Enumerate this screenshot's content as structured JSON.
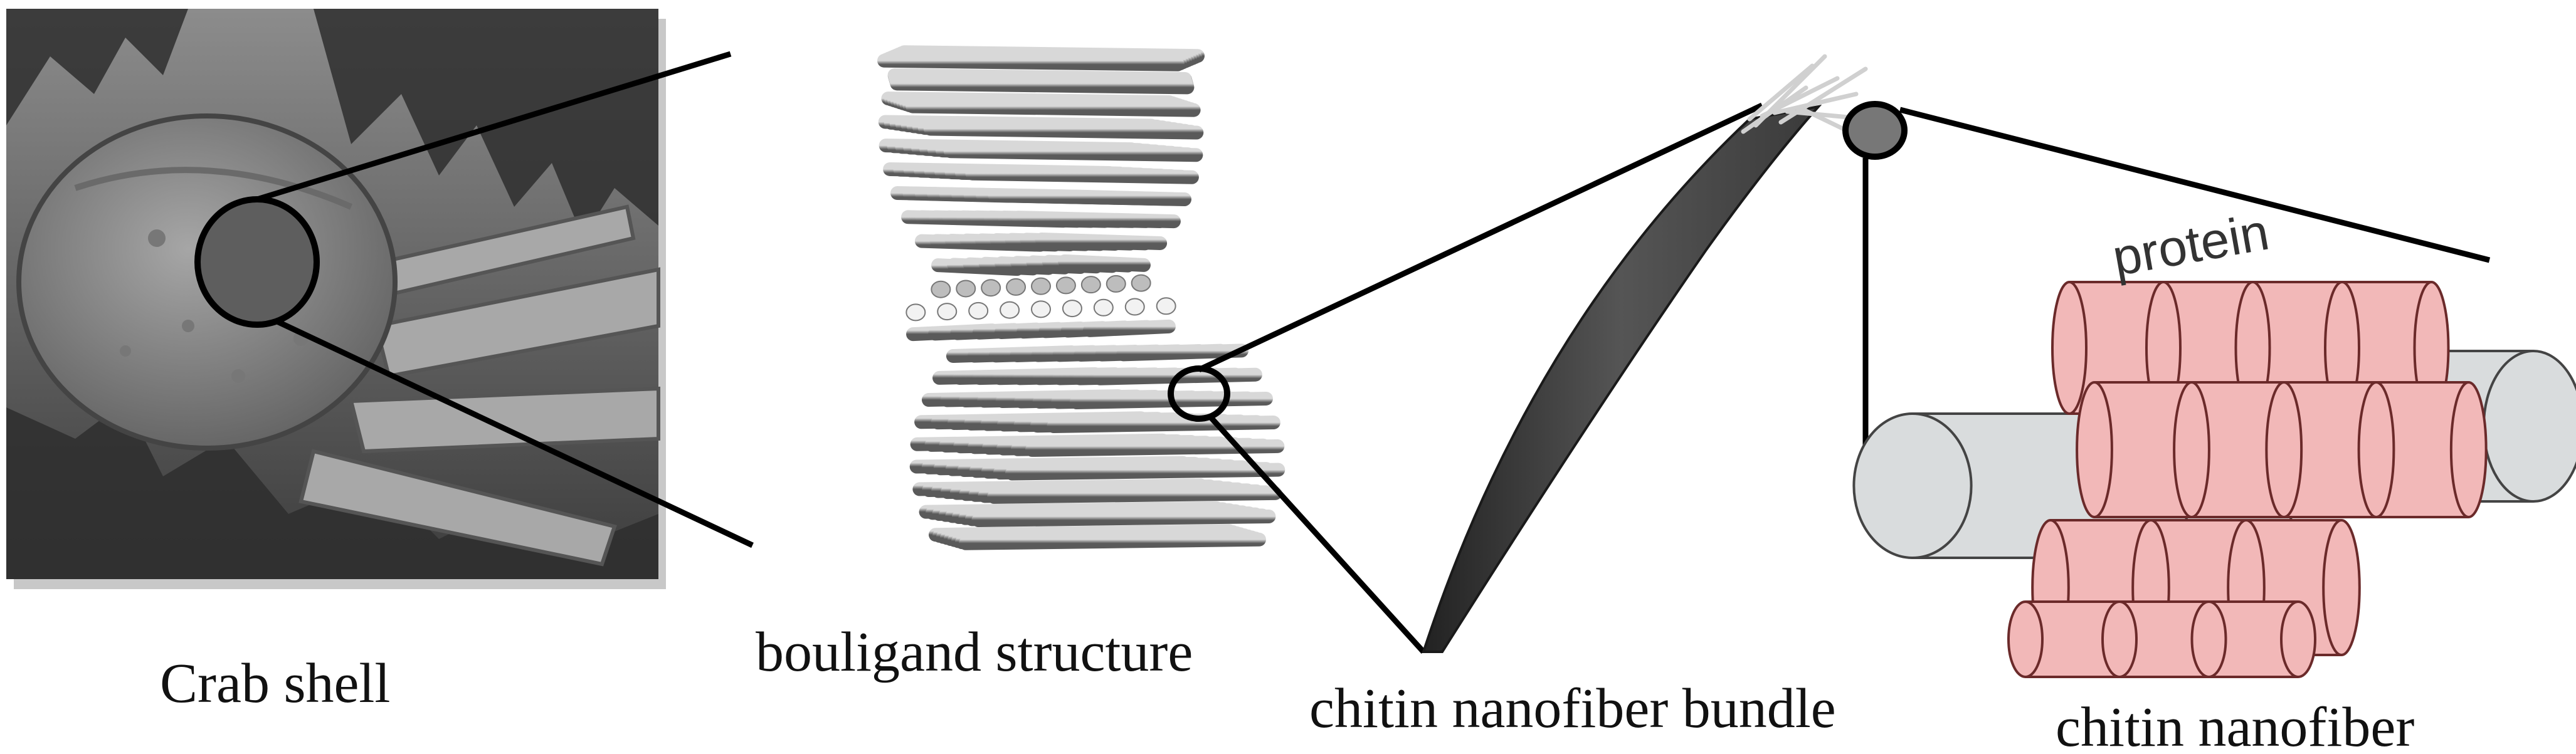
{
  "figure": {
    "panels": [
      {
        "id": "crab-shell",
        "caption": "Crab shell"
      },
      {
        "id": "bouligand",
        "caption": "bouligand structure"
      },
      {
        "id": "bundle",
        "caption": "chitin nanofiber bundle"
      },
      {
        "id": "nanofiber",
        "caption": "chitin nanofiber"
      }
    ],
    "annotation": "protein",
    "colors": {
      "protein": "#f2b8b8",
      "protein_stroke": "#6b2a2a",
      "chitin": "#d9dcdd",
      "rod": "#9a9a9a",
      "line": "#000000"
    }
  }
}
